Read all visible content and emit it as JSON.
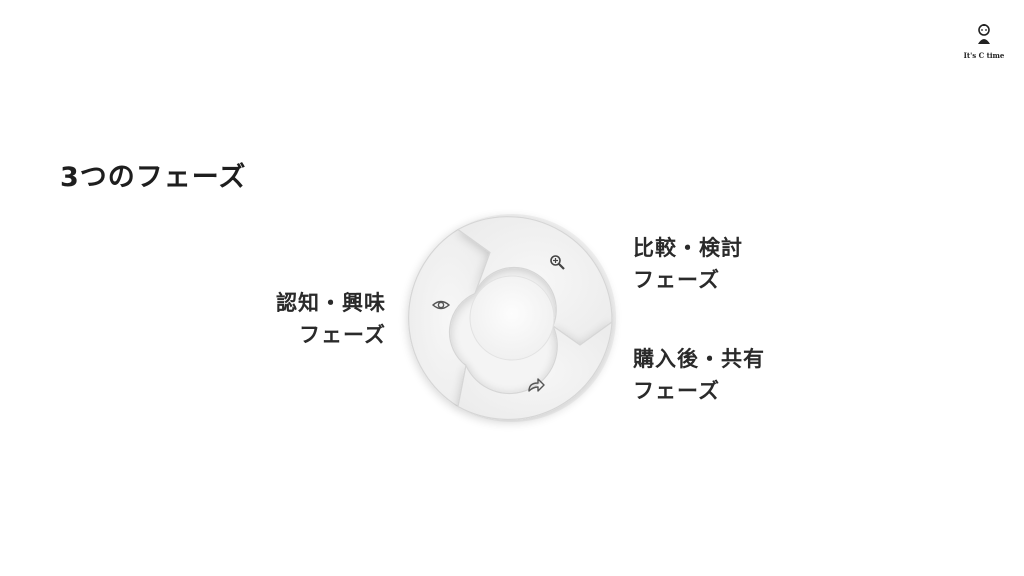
{
  "title": "3つのフェーズ",
  "logo": {
    "text": "It's C time"
  },
  "phases": {
    "awareness": {
      "line1": "認知・興味",
      "line2": "フェーズ",
      "icon": "eye-icon"
    },
    "comparison": {
      "line1": "比較・検討",
      "line2": "フェーズ",
      "icon": "search-icon"
    },
    "sharing": {
      "line1": "購入後・共有",
      "line2": "フェーズ",
      "icon": "share-arrow-icon"
    }
  },
  "colors": {
    "segment_fill": "#f0f0f0",
    "segment_stroke": "#dcdcdc",
    "icon": "#555555",
    "text": "#222222"
  }
}
